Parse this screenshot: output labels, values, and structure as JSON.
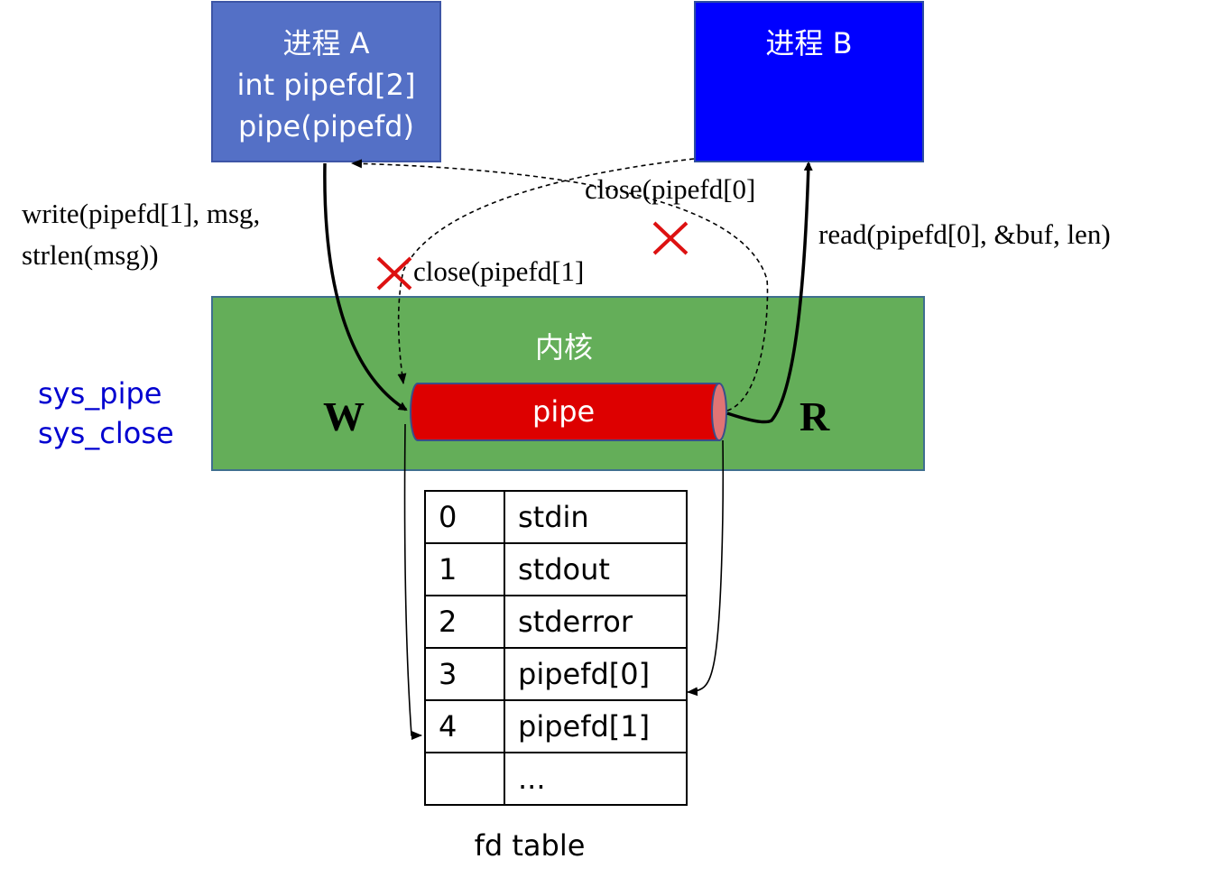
{
  "process_a": {
    "lines": [
      "进程 A",
      "int pipefd[2]",
      "pipe(pipefd)"
    ]
  },
  "process_b": {
    "title": "进程 B"
  },
  "kernel": {
    "title": "内核",
    "pipe_label": "pipe",
    "write_end": "W",
    "read_end": "R"
  },
  "syscalls": [
    "sys_pipe",
    "sys_close"
  ],
  "annotations": {
    "write_call": [
      "write(pipefd[1], msg,",
      "strlen(msg))"
    ],
    "read_call": "read(pipefd[0], &buf, len)",
    "close_read": "close(pipefd[0]",
    "close_write": "close(pipefd[1]"
  },
  "fd_table": {
    "rows": [
      {
        "index": "0",
        "name": "stdin"
      },
      {
        "index": "1",
        "name": "stdout"
      },
      {
        "index": "2",
        "name": "stderror"
      },
      {
        "index": "3",
        "name": "pipefd[0]"
      },
      {
        "index": "4",
        "name": "pipefd[1]"
      },
      {
        "index": "",
        "name": "..."
      }
    ],
    "caption": "fd table"
  },
  "colors": {
    "process_a": "#5470c6",
    "process_b": "#0000ff",
    "kernel": "#64ae59",
    "pipe": "#dd0000",
    "cross": "#dd1111",
    "syscall_text": "#0000d0"
  }
}
